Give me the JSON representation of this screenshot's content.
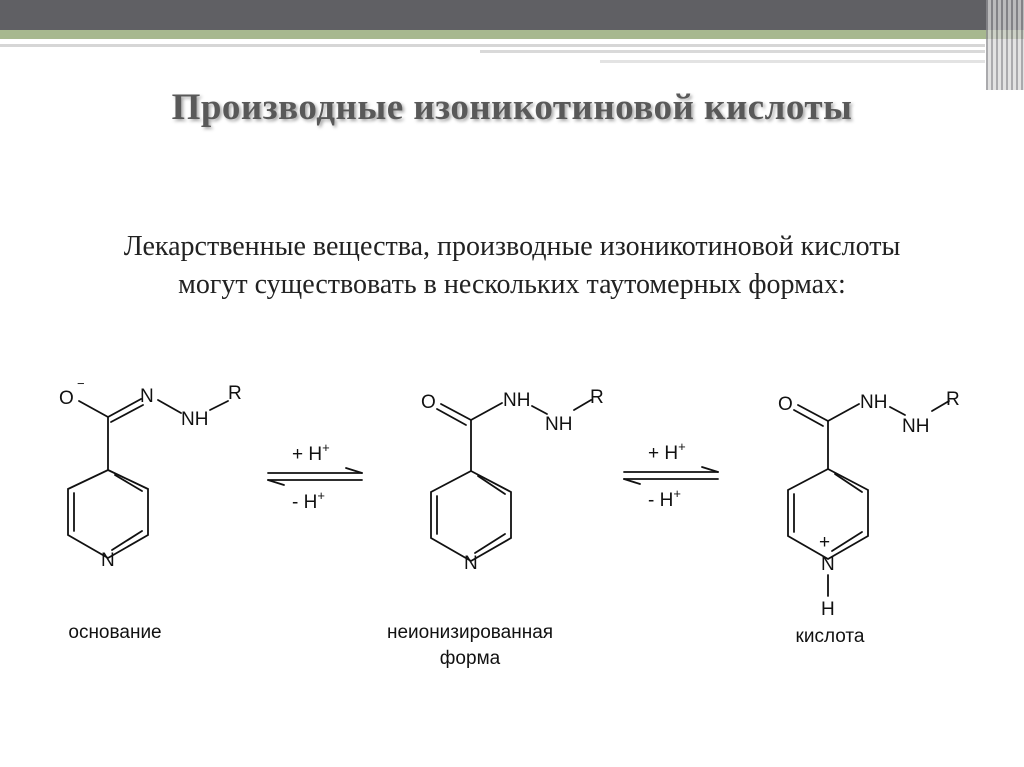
{
  "slide": {
    "title": "Производные изоникотиновой кислоты",
    "subtitle_line1": "Лекарственные вещества, производные изоникотиновой кислоты",
    "subtitle_line2": "могут существовать в нескольких таутомерных формах:"
  },
  "colors": {
    "header_band": "#606064",
    "accent_band": "#a7b88f",
    "title_text": "#595959"
  },
  "diagram": {
    "structures": [
      {
        "id": "base",
        "atoms": {
          "o": "O",
          "o_charge": "−",
          "n1": "N",
          "nh": "NH",
          "r": "R",
          "ring_n": "N"
        },
        "caption": "основание"
      },
      {
        "id": "neutral",
        "atoms": {
          "o": "O",
          "nh1": "NH",
          "nh2": "NH",
          "r": "R",
          "ring_n": "N"
        },
        "caption_line1": "неионизированная",
        "caption_line2": "форма"
      },
      {
        "id": "acid",
        "atoms": {
          "o": "O",
          "nh1": "NH",
          "nh2": "NH",
          "r": "R",
          "ring_n": "N",
          "ring_n_charge": "+",
          "ring_h": "H"
        },
        "caption": "кислота"
      }
    ],
    "equilibria": [
      {
        "id": "eq1",
        "forward": "+ H",
        "forward_sup": "+",
        "reverse": "- H",
        "reverse_sup": "+"
      },
      {
        "id": "eq2",
        "forward": "+ H",
        "forward_sup": "+",
        "reverse": "- H",
        "reverse_sup": "+"
      }
    ]
  }
}
